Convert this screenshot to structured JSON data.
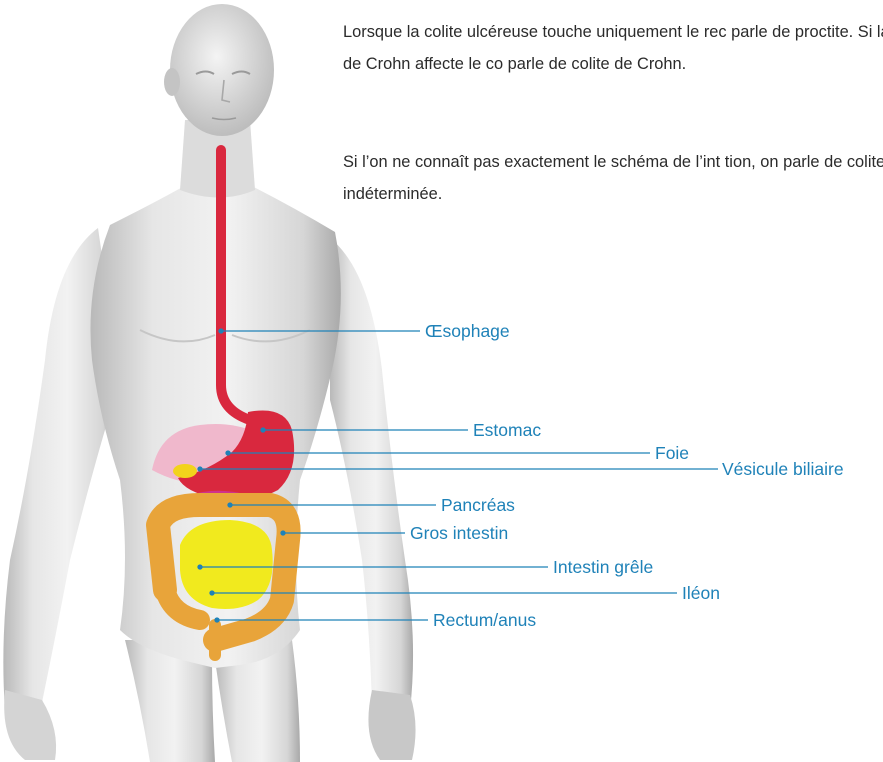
{
  "text": {
    "paragraph1": "Lorsque la colite ulcéreuse touche uniquement le rec parle de proctite. Si la maladie de Crohn affecte le co parle de colite de Crohn.",
    "paragraph2": "Si l’on ne connaît pas exactement le schéma de l’int tion, on parle de colite indéterminée."
  },
  "labels": {
    "oesophage": "Œsophage",
    "estomac": "Estomac",
    "foie": "Foie",
    "vesicule": "Vésicule biliaire",
    "pancreas": "Pancréas",
    "gros_intestin": "Gros intestin",
    "intestin_grele": "Intestin grêle",
    "ileon": "Iléon",
    "rectum": "Rectum/anus"
  },
  "colors": {
    "label_text": "#1f82b8",
    "leader_line": "#1f82b8",
    "body_text": "#2b2b2b",
    "oesophagus_stomach": "#d9283e",
    "liver": "#f0b8cc",
    "gallbladder": "#f2d31c",
    "pancreas": "#d0308c",
    "large_intestine": "#e8a43a",
    "small_intestine": "#f1ea1e"
  }
}
